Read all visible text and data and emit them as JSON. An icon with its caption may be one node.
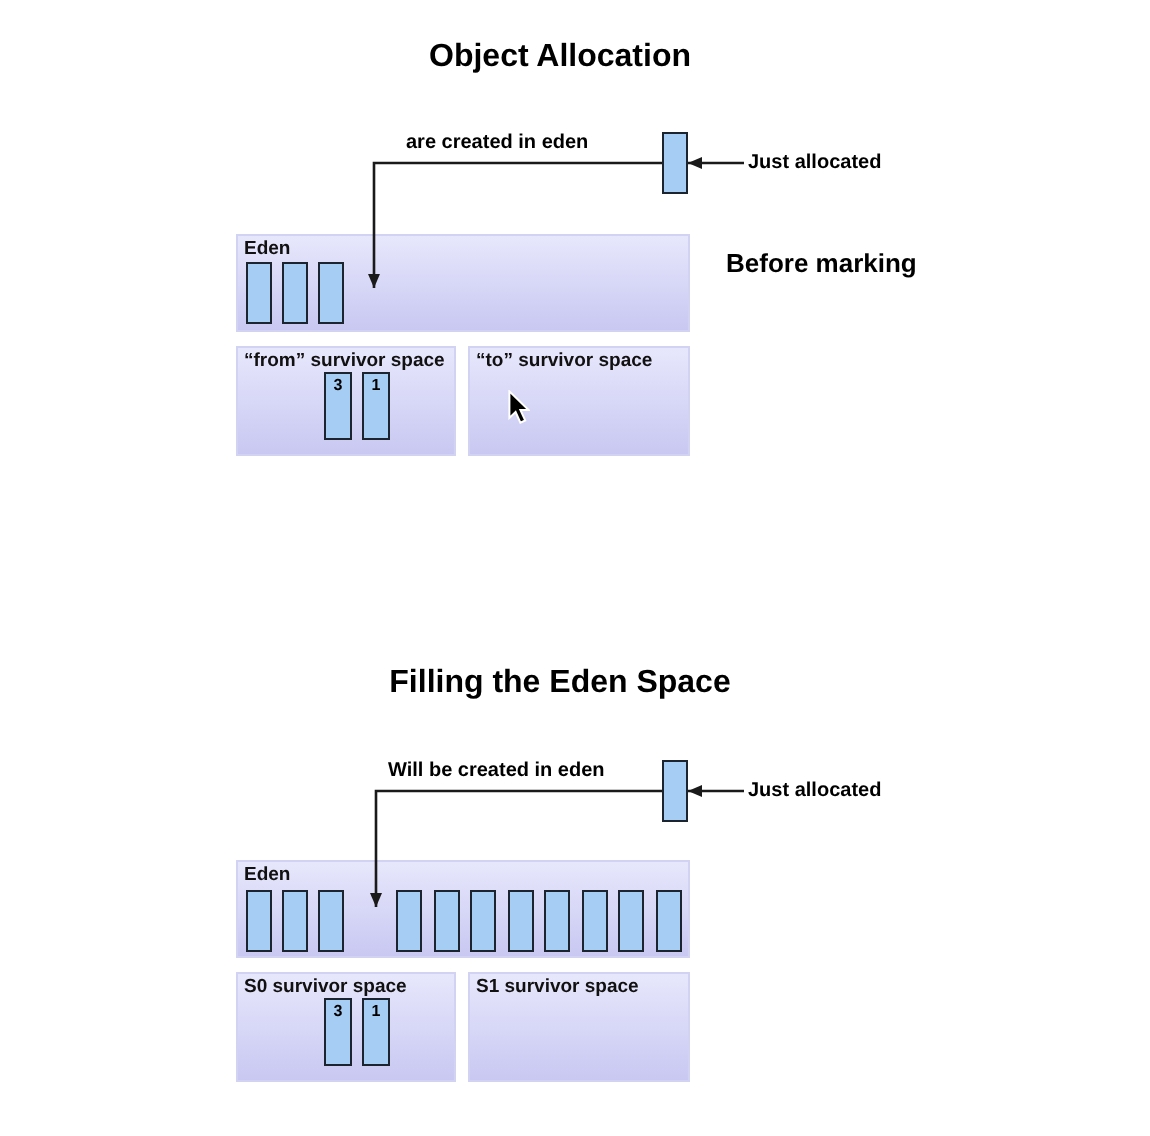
{
  "diagram": {
    "title": "Object Allocation",
    "nodes": [
      {
        "text": [],
        "shape": "box"
      },
      {
        "text": [
          "Just allocated"
        ]
      },
      {
        "text": [
          "Eden"
        ]
      },
      {
        "text": [],
        "shape": "box",
        "in": 2
      },
      {
        "text": [],
        "shape": "box",
        "in": 2
      },
      {
        "text": [],
        "shape": "box",
        "in": 2
      },
      {
        "text": [
          "“from” survivor space"
        ]
      },
      {
        "text": [
          "3"
        ],
        "in": 6
      },
      {
        "text": [
          "1"
        ],
        "in": 6
      },
      {
        "text": [
          "“to” survivor space"
        ]
      },
      {
        "text": [],
        "shape": "box"
      },
      {
        "text": [
          "Just allocated"
        ]
      },
      {
        "text": [
          "Eden"
        ]
      },
      {
        "text": [],
        "shape": "box",
        "in": 12
      },
      {
        "text": [],
        "shape": "box",
        "in": 12
      },
      {
        "text": [],
        "shape": "box",
        "in": 12
      },
      {
        "text": [],
        "shape": "box",
        "in": 12
      },
      {
        "text": [],
        "shape": "box",
        "in": 12
      },
      {
        "text": [],
        "shape": "box",
        "in": 12
      },
      {
        "text": [],
        "shape": "box",
        "in": 12
      },
      {
        "text": [],
        "shape": "box",
        "in": 12
      },
      {
        "text": [],
        "shape": "box",
        "in": 12
      },
      {
        "text": [],
        "shape": "box",
        "in": 12
      },
      {
        "text": [],
        "shape": "box",
        "in": 12
      },
      {
        "text": [
          "S0 survivor space"
        ]
      },
      {
        "text": [
          "3"
        ],
        "in": 24
      },
      {
        "text": [
          "1"
        ],
        "in": 24
      },
      {
        "text": [
          "S1 survivor space"
        ]
      }
    ],
    "edges": [
      {
        "from": 1,
        "to": 0,
        "arrow": "to"
      },
      {
        "from": 0,
        "to": 2,
        "arrow": "to",
        "label": "are created in eden"
      },
      {
        "from": 11,
        "to": 10,
        "arrow": "to"
      },
      {
        "from": 10,
        "to": 12,
        "arrow": "to",
        "label": "Will be created in eden"
      }
    ],
    "labels": [
      "Before marking",
      "Filling the Eden Space"
    ]
  }
}
